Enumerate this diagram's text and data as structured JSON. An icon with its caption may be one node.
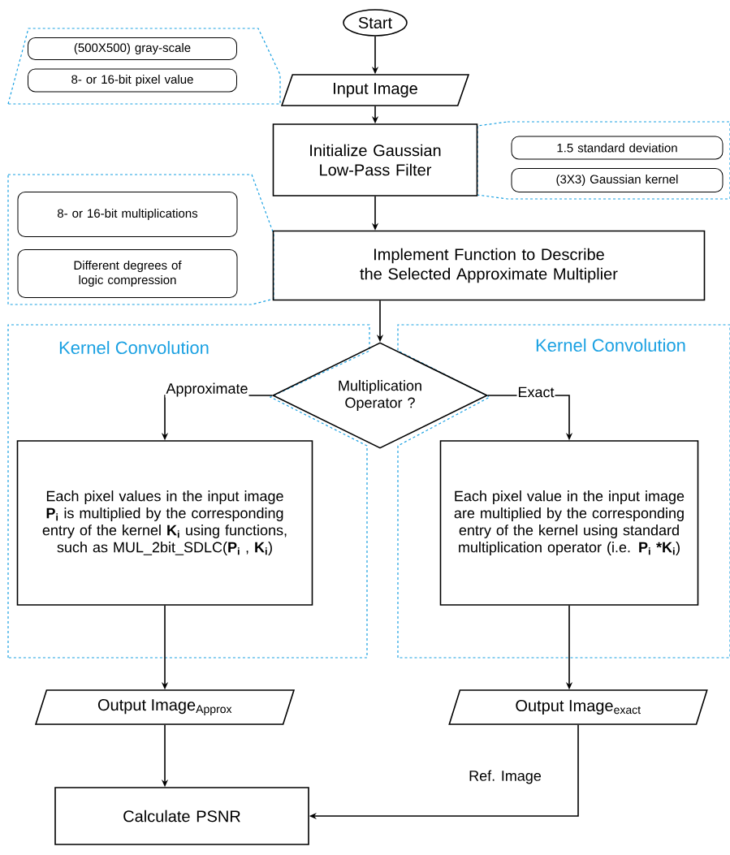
{
  "diagram": {
    "nodes": [
      {
        "text": [
          "Start"
        ]
      },
      {
        "text": [
          "(500X500) gray-scale"
        ]
      },
      {
        "text": [
          "8- or 16-bit pixel value"
        ]
      },
      {
        "text": [
          "Input Image"
        ]
      },
      {
        "text": [
          "Initialize Gaussian Low-Pass Filter"
        ]
      },
      {
        "text": [
          "1.5 standard deviation"
        ]
      },
      {
        "text": [
          "(3X3) Gaussian kernel"
        ]
      },
      {
        "text": [
          "8- or 16-bit multiplications"
        ]
      },
      {
        "text": [
          "Different degrees of logic compression"
        ]
      },
      {
        "text": [
          "Implement Function to Describe the Selected Approximate Multiplier"
        ]
      },
      {
        "text": [
          "Kernel Convolution"
        ]
      },
      {
        "text": [
          "Kernel Convolution"
        ]
      },
      {
        "text": [
          "Multiplication Operator ?"
        ]
      },
      {
        "text": [
          "Each pixel values in the input image **P$_{i}$** is multiplied by the corresponding entry of the kernel **K$_{i}$** using functions, such as MUL_2bit_SDLC(**P$_{i}$** , **K$_{i}$**)"
        ],
        "in": 10
      },
      {
        "text": [
          "Each pixel value in the input image are multiplied by the corresponding entry of the kernel using standard multiplication operator (i.e. **P$_{i}$ *K$_{i}$**)"
        ],
        "in": 11
      },
      {
        "text": [
          "Output Image$_{Approx}$"
        ]
      },
      {
        "text": [
          "Output Image$_{exact}$"
        ]
      },
      {
        "text": [
          "Calculate PSNR"
        ]
      }
    ],
    "edges": [
      {
        "from": 0,
        "to": 3,
        "arrow": "to"
      },
      {
        "from": 3,
        "to": 4,
        "arrow": "to"
      },
      {
        "from": 4,
        "to": 9,
        "arrow": "to"
      },
      {
        "from": 9,
        "to": 12,
        "arrow": "to"
      },
      {
        "from": 12,
        "to": 13,
        "arrow": "to",
        "label": "Approximate"
      },
      {
        "from": 12,
        "to": 14,
        "arrow": "to",
        "label": "Exact"
      },
      {
        "from": 13,
        "to": 15,
        "arrow": "to"
      },
      {
        "from": 14,
        "to": 16,
        "arrow": "to"
      },
      {
        "from": 15,
        "to": 17,
        "arrow": "to"
      },
      {
        "from": 16,
        "to": 17,
        "arrow": "to",
        "label": "Ref. Image"
      }
    ]
  }
}
